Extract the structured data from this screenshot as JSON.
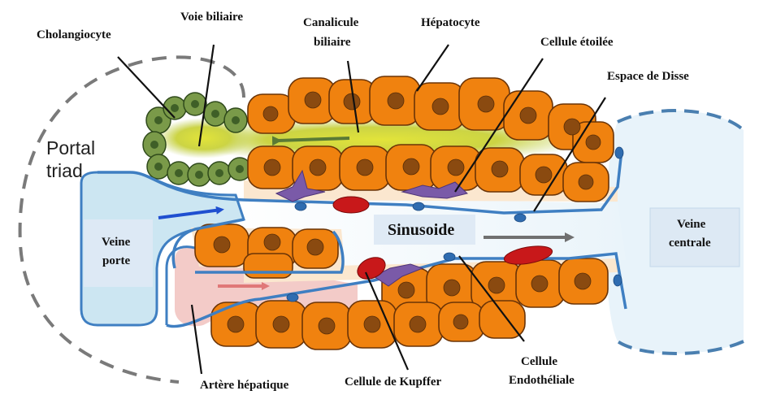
{
  "labels": {
    "cholangiocyte": "Cholangiocyte",
    "voie_biliaire": "Voie biliaire",
    "canalicule_line1": "Canalicule",
    "canalicule_line2": "biliaire",
    "hepatocyte": "Hépatocyte",
    "cellule_etoilee": "Cellule étoilée",
    "espace_disse": "Espace de Disse",
    "portal_line1": "Portal",
    "portal_line2": "triad",
    "veine_porte_line1": "Veine",
    "veine_porte_line2": "porte",
    "sinusoide": "Sinusoide",
    "veine_centrale_line1": "Veine",
    "veine_centrale_line2": "centrale",
    "artere_hepatique": "Artère hépatique",
    "kupffer": "Cellule de Kupffer",
    "endothelial_line1": "Cellule",
    "endothelial_line2": "Endothéliale"
  },
  "colors": {
    "hepatocyte": "#f0820f",
    "cholangiocyte": "#7a9a49",
    "endothelium": "#3f7fc2",
    "blood_cell": "#c8181a",
    "stellate": "#7a5aa8",
    "portal_vein_arrow": "#1f4fd0",
    "artery_arrow": "#e07878",
    "flow_arrow": "#707070",
    "bile_arrow": "#5a7a35"
  }
}
